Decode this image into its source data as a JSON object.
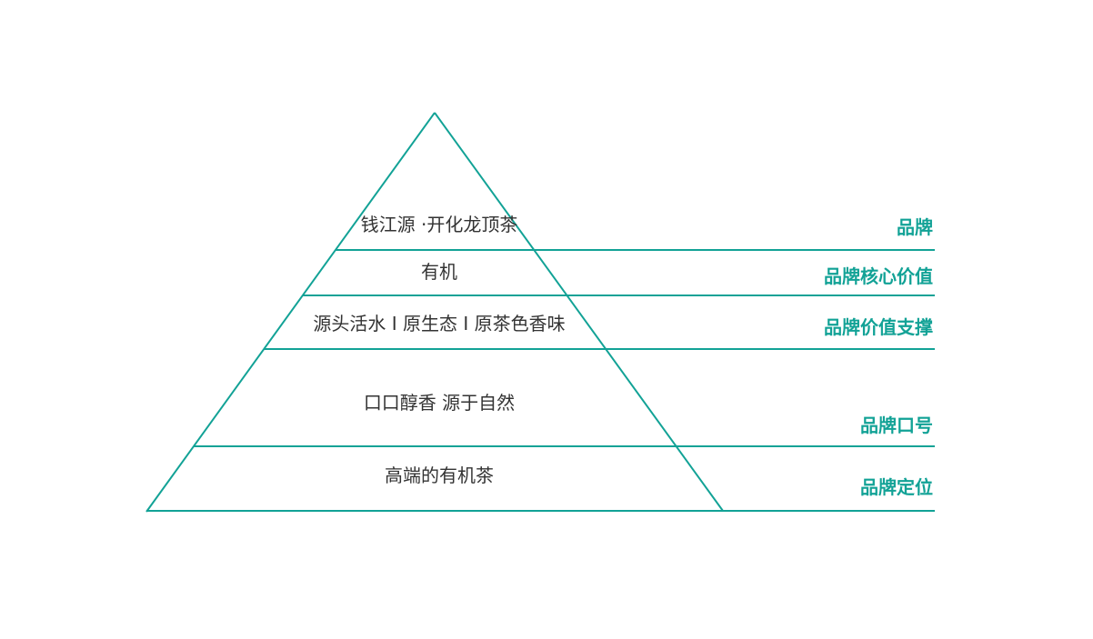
{
  "diagram": {
    "title_semantic": "brand-pyramid",
    "colors": {
      "accent": "#12a296",
      "level_text": "#333333",
      "background": "#ffffff"
    },
    "levels": [
      {
        "label": "钱江源 ·开化龙顶茶",
        "annotation": "品牌"
      },
      {
        "label": "有机",
        "annotation": "品牌核心价值"
      },
      {
        "label": "源头活水 I 原生态 I 原茶色香味",
        "annotation": "品牌价值支撑"
      },
      {
        "label": "口口醇香 源于自然",
        "annotation": "品牌口号"
      },
      {
        "label": "高端的有机茶",
        "annotation": "品牌定位"
      }
    ]
  }
}
